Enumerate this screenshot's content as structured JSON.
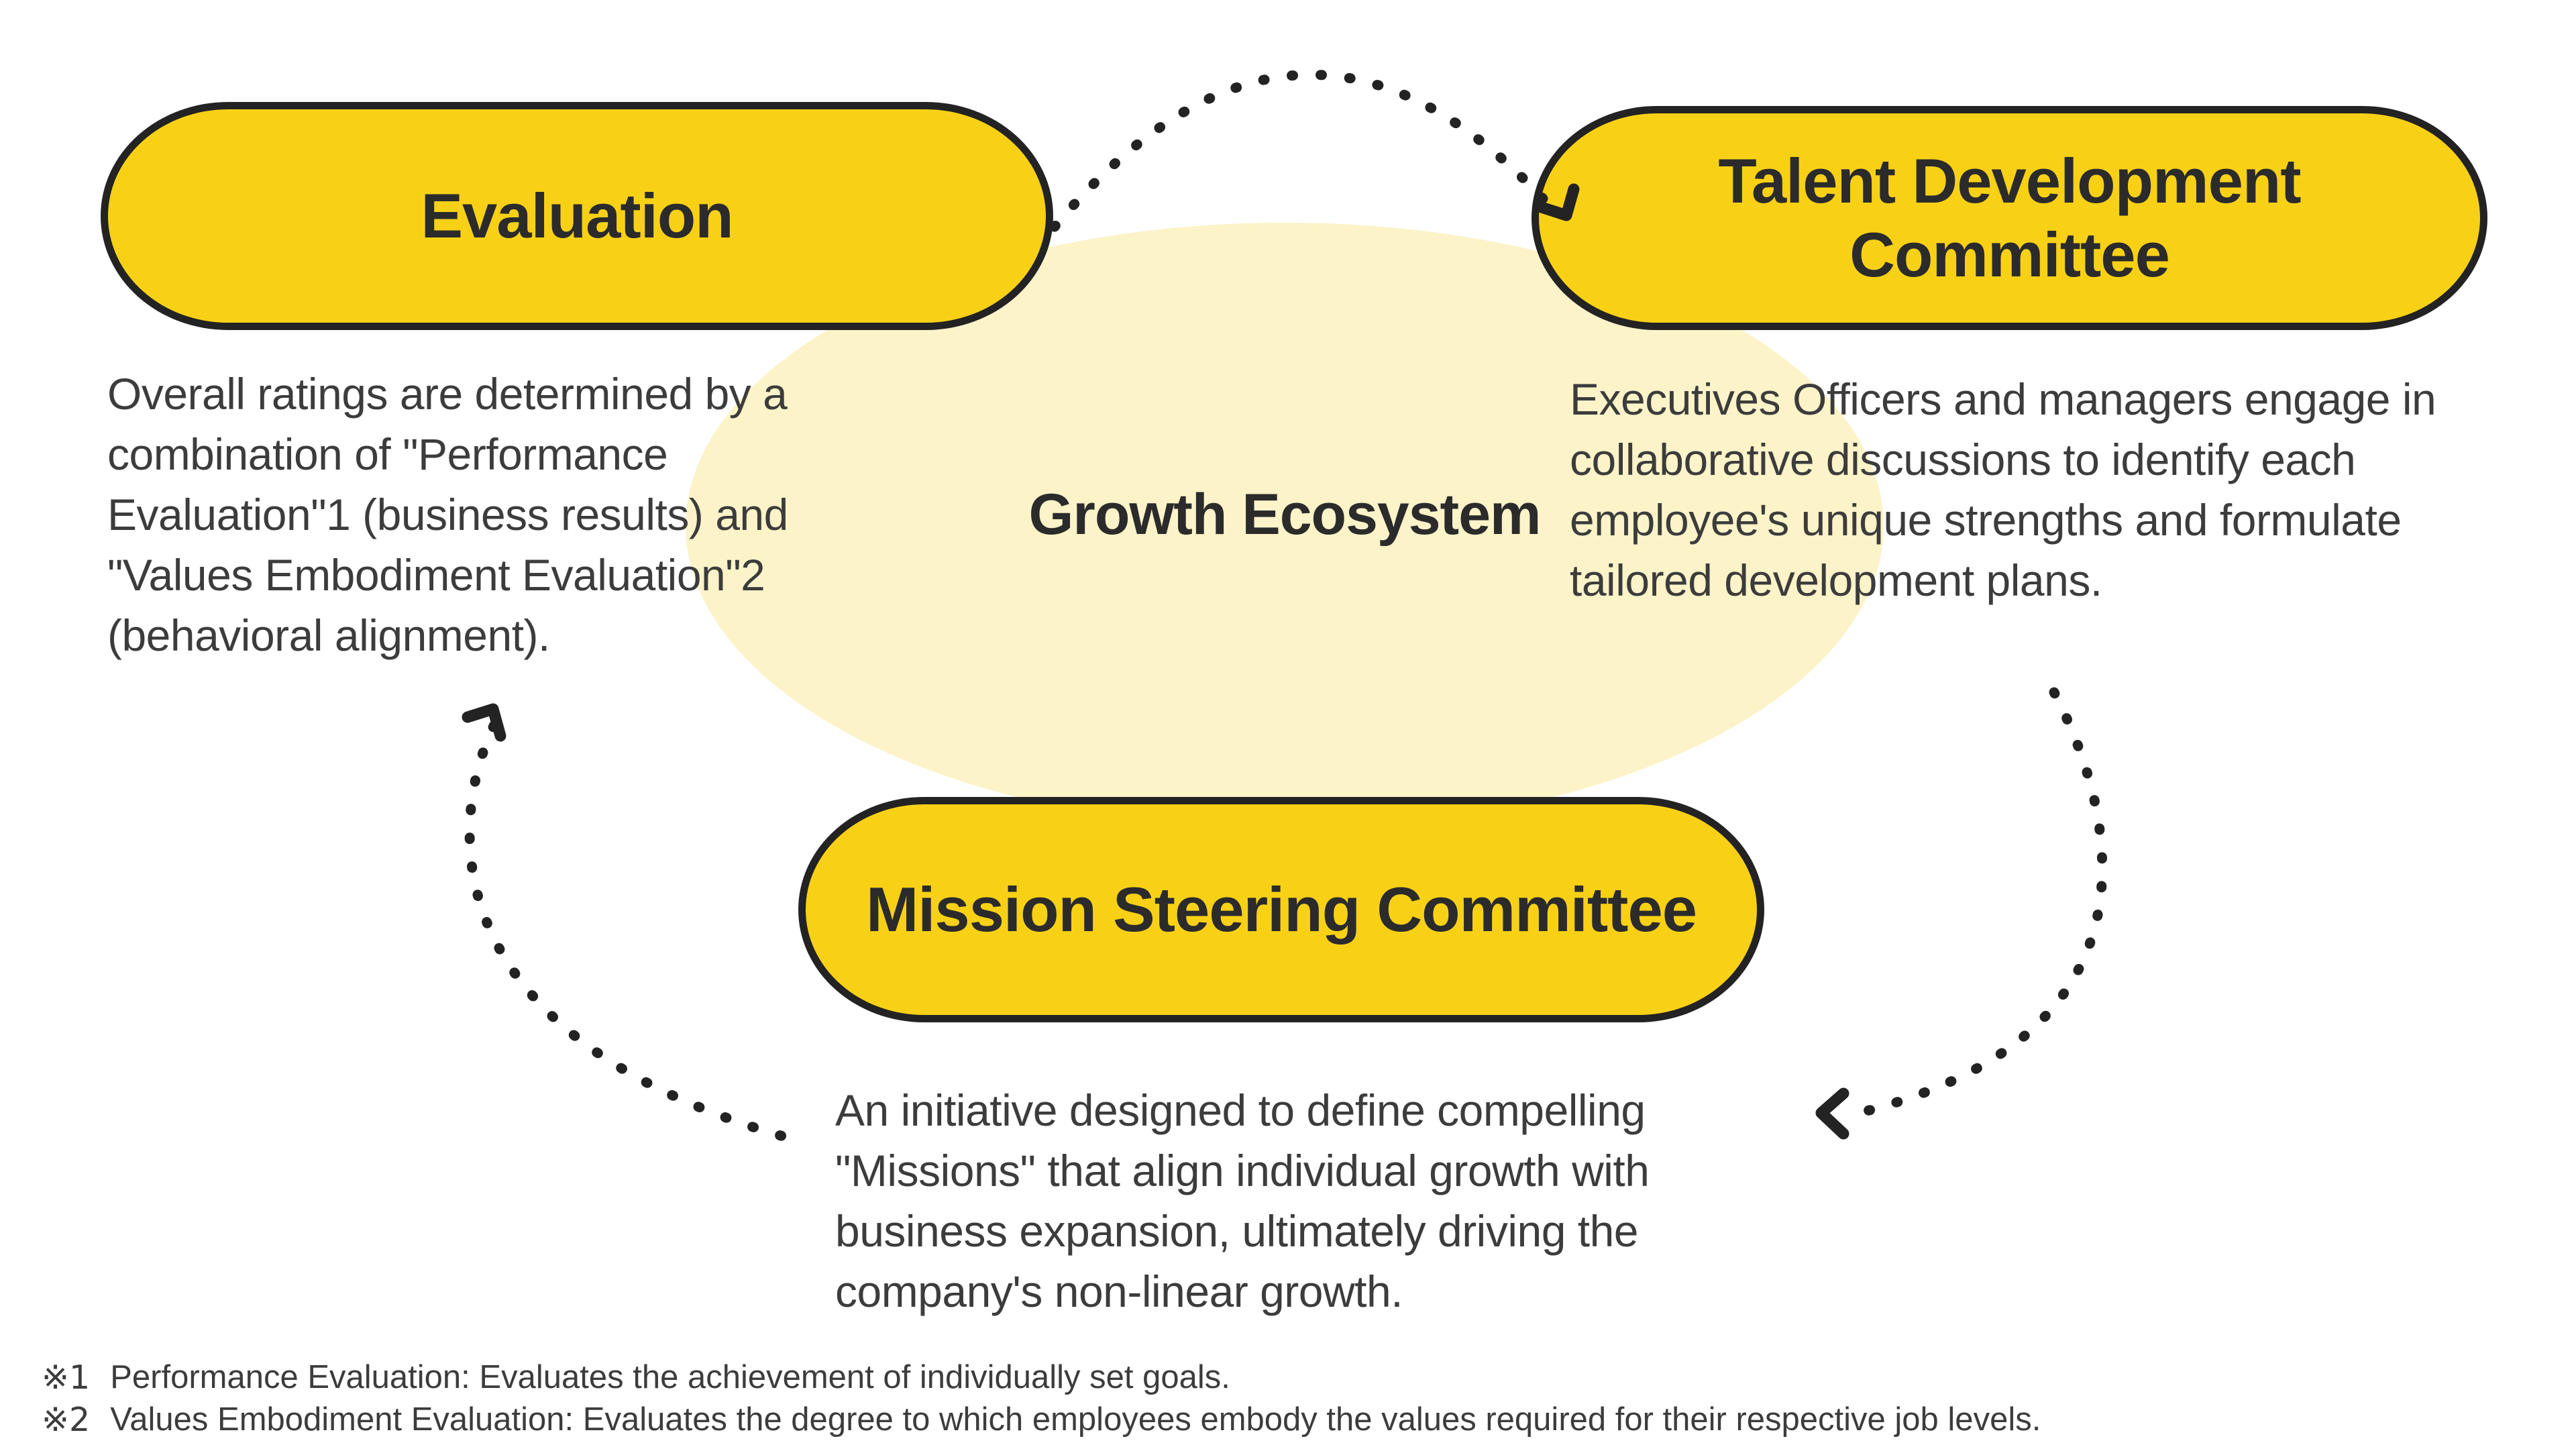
{
  "colors": {
    "background": "#FFFFFF",
    "pill_yellow": "#F8D117",
    "outline_ink": "#232323",
    "heading_ink": "#2B2B2B",
    "body_ink": "#3C3C3C",
    "ellipse_fill": "#FCF3C9"
  },
  "center": {
    "label": "Growth Ecosystem"
  },
  "nodes": [
    {
      "id": "evaluation",
      "title": "Evaluation",
      "description": "Overall ratings are determined by a combination of \"Performance Evaluation\"1 (business results) and \"Values Embodiment Evaluation\"2 (behavioral alignment)."
    },
    {
      "id": "talent-development-committee",
      "title": "Talent Development Committee",
      "description": "Executives Officers and managers engage in collaborative discussions to identify each employee's unique strengths and formulate tailored development plans."
    },
    {
      "id": "mission-steering-committee",
      "title": "Mission Steering Committee",
      "description": "An initiative designed to define compelling \"Missions\" that align individual growth with business expansion, ultimately driving the company's non-linear growth."
    }
  ],
  "footnotes": [
    {
      "marker": "※1",
      "text": "Performance Evaluation: Evaluates the achievement of individually set goals."
    },
    {
      "marker": "※2",
      "text": "Values Embodiment Evaluation: Evaluates the degree to which employees embody the values required for their respective job levels."
    }
  ]
}
